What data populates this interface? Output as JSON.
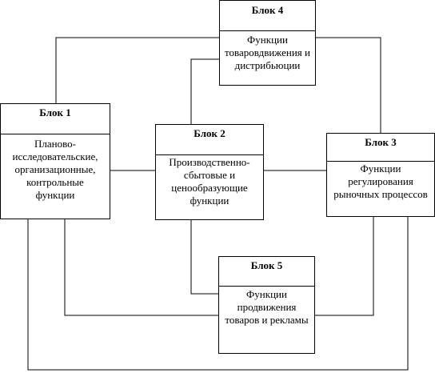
{
  "blocks": {
    "b1": {
      "title": "Блок 1",
      "text": "Планово-\nисследовательские,\nорганизационные,\nконтрольные\nфункции"
    },
    "b2": {
      "title": "Блок 2",
      "text": "Производственно-\nсбытовые и\nценообразующие\nфункции"
    },
    "b3": {
      "title": "Блок 3",
      "text": "Функции\nрегулирования\nрыночных процессов"
    },
    "b4": {
      "title": "Блок 4",
      "text": "Функции\nтоваровдвижения и\nдистрибьюции"
    },
    "b5": {
      "title": "Блок 5",
      "text": "Функции\nпродвижения\nтоваров и рекламы"
    }
  }
}
